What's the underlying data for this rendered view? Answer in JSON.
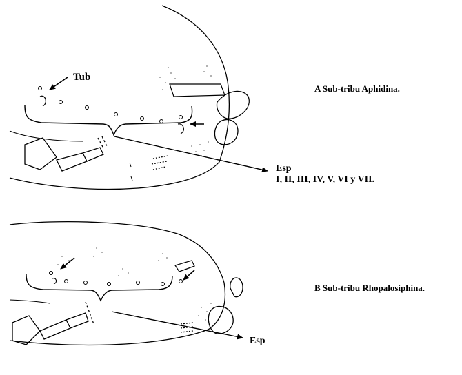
{
  "panel_a": {
    "caption": "A  Sub-tribu Aphidina.",
    "tub_label": "Tub",
    "esp_label": "Esp",
    "esp_segments": "I, II, III, IV, V, VI y VII."
  },
  "panel_b": {
    "caption": "B  Sub-tribu Rhopalosiphina.",
    "esp_label": "Esp"
  },
  "colors": {
    "ink": "#000000",
    "paper": "#ffffff",
    "stipple": "#9a9a9a"
  }
}
